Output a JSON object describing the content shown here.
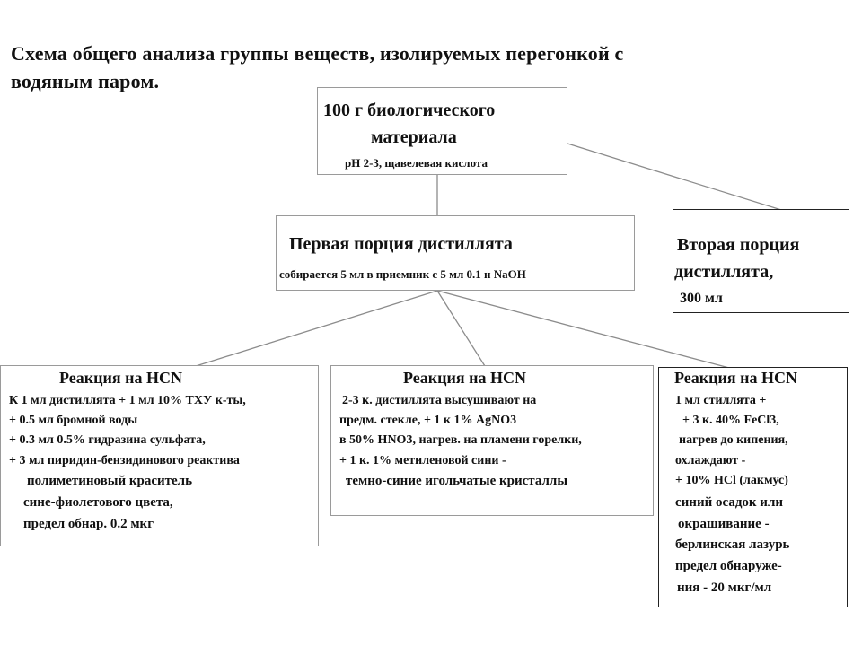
{
  "title": {
    "line1": "Схема общего анализа группы веществ, изолируемых перегонкой с",
    "line2": "водяным паром."
  },
  "source": {
    "line1": "100 г  биологического",
    "line2": "материала",
    "note": "pH 2-3, щавелевая кислота"
  },
  "first_portion": {
    "title": "Первая порция дистиллята",
    "note": "собирается 5 мл в приемник с 5 мл 0.1 н NaOH"
  },
  "second_portion": {
    "line1": "Вторая порция",
    "line2": "дистиллята,",
    "line3": "300 мл"
  },
  "reaction1": {
    "title": "Реакция на  HCN",
    "lines": [
      "К 1 мл дистиллята + 1 мл 10% ТХУ к-ты,",
      "+ 0.5 мл бромной воды",
      "+ 0.3 мл 0.5% гидразина сульфата,",
      "+ 3 мл пиридин-бензидинового реактива",
      "полиметиновый краситель",
      "сине-фиолетового цвета,",
      "предел обнар. 0.2 мкг"
    ]
  },
  "reaction2": {
    "title": "Реакция на  HCN",
    "lines": [
      "2-3 к. дистиллята  высушивают на",
      "предм. стекле, + 1 к 1% AgNO3",
      "в 50% HNO3, нагрев. на пламени горелки,",
      "+ 1 к. 1% метиленовой сини -",
      "темно-синие игольчатые кристаллы"
    ]
  },
  "reaction3": {
    "title": "Реакция на  HCN",
    "lines": [
      "1 мл стиллята +",
      "+ 3 к.  40% FeCl3,",
      "нагрев до кипения,",
      "охлаждают  -",
      "+ 10% HCl (лакмус)",
      "синий осадок или",
      "окрашивание -",
      "берлинская лазурь",
      "предел обнаруже-",
      "ния  - 20 мкг/мл"
    ]
  },
  "colors": {
    "text": "#111111",
    "box_border": "#9a9a9a",
    "box_border_dark": "#222222",
    "connector": "#8c8c8c"
  }
}
